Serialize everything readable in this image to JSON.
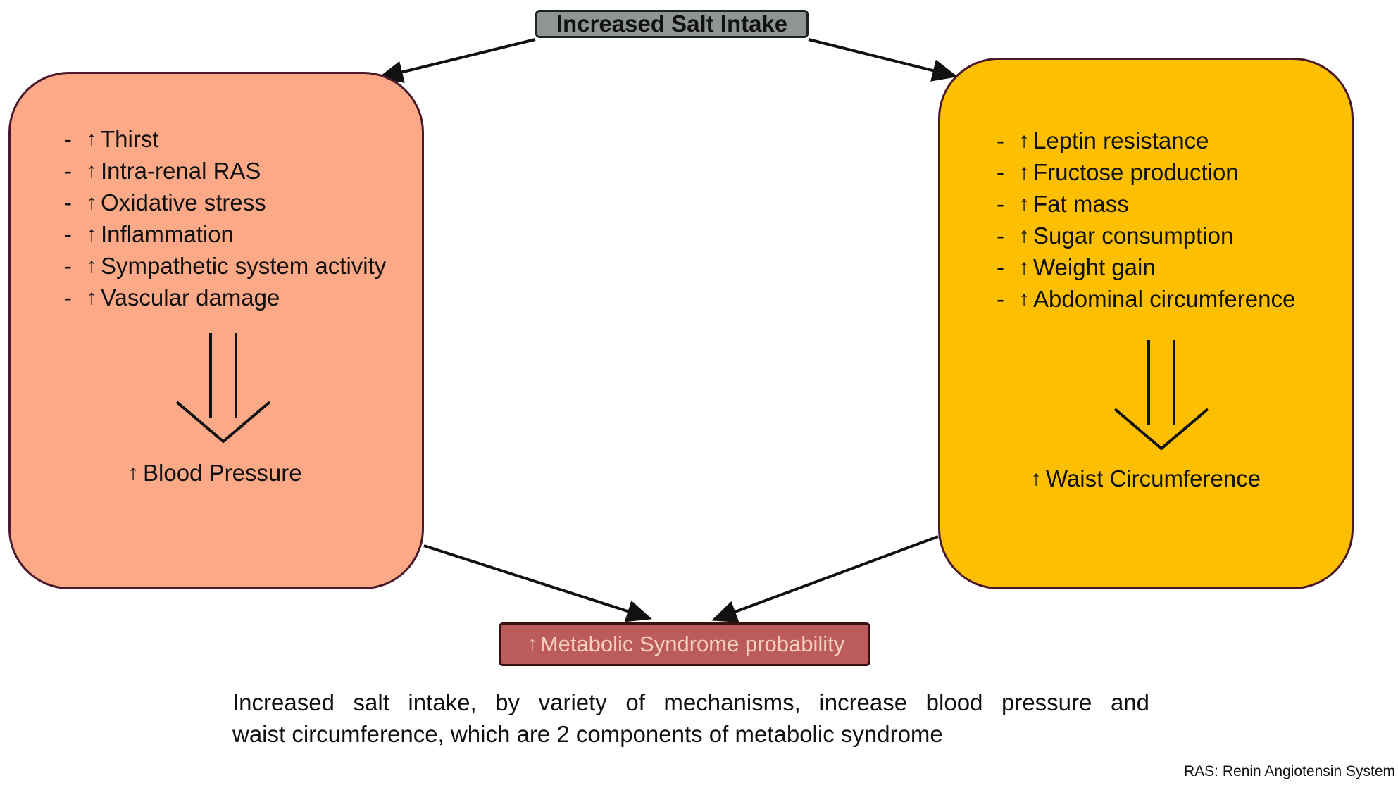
{
  "top_box": {
    "label": "Increased Salt Intake"
  },
  "left_panel": {
    "items": [
      "Thirst",
      "Intra-renal RAS",
      "Oxidative stress",
      "Inflammation",
      "Sympathetic system activity",
      "Vascular damage"
    ],
    "outcome": "Blood Pressure",
    "color": "#fba986"
  },
  "right_panel": {
    "items": [
      "Leptin resistance",
      "Fructose production",
      "Fat mass",
      "Sugar consumption",
      "Weight gain",
      "Abdominal circumference"
    ],
    "outcome": "Waist Circumference",
    "color": "#fdbf01"
  },
  "bottom_box": {
    "label": "Metabolic Syndrome probability",
    "color": "#bb5b5b"
  },
  "caption": {
    "line1": "Increased salt intake, by variety of mechanisms, increase blood pressure and",
    "line2": "waist circumference, which are 2 components of metabolic syndrome"
  },
  "footnote": "RAS: Renin Angiotensin System",
  "symbols": {
    "bullet": "-",
    "up_arrow": "↑"
  }
}
